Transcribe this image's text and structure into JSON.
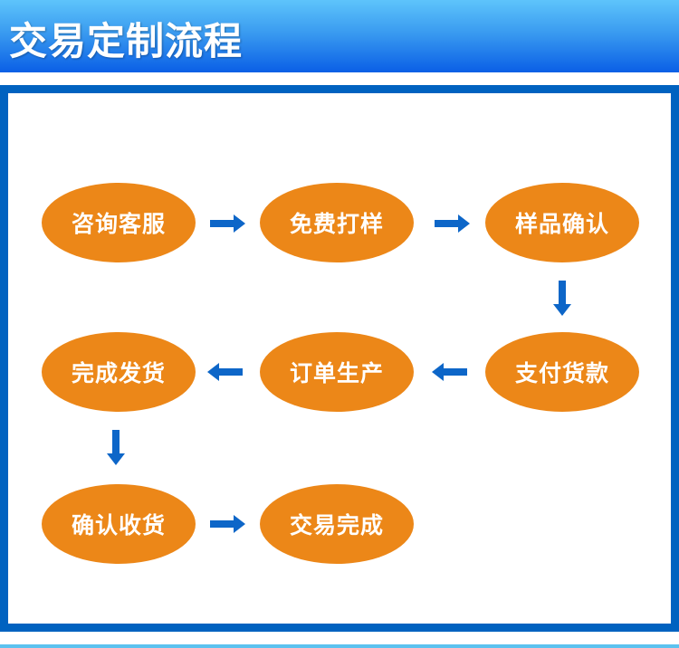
{
  "header": {
    "title": "交易定制流程"
  },
  "steps": [
    {
      "label": "咨询客服"
    },
    {
      "label": "免费打样"
    },
    {
      "label": "样品确认"
    },
    {
      "label": "支付货款"
    },
    {
      "label": "订单生产"
    },
    {
      "label": "完成发货"
    },
    {
      "label": "确认收货"
    },
    {
      "label": "交易完成"
    }
  ],
  "colors": {
    "header": "#0a5fe6",
    "frame": "#0062c0",
    "oval": "#ec8718",
    "arrow": "#0d66c8"
  }
}
